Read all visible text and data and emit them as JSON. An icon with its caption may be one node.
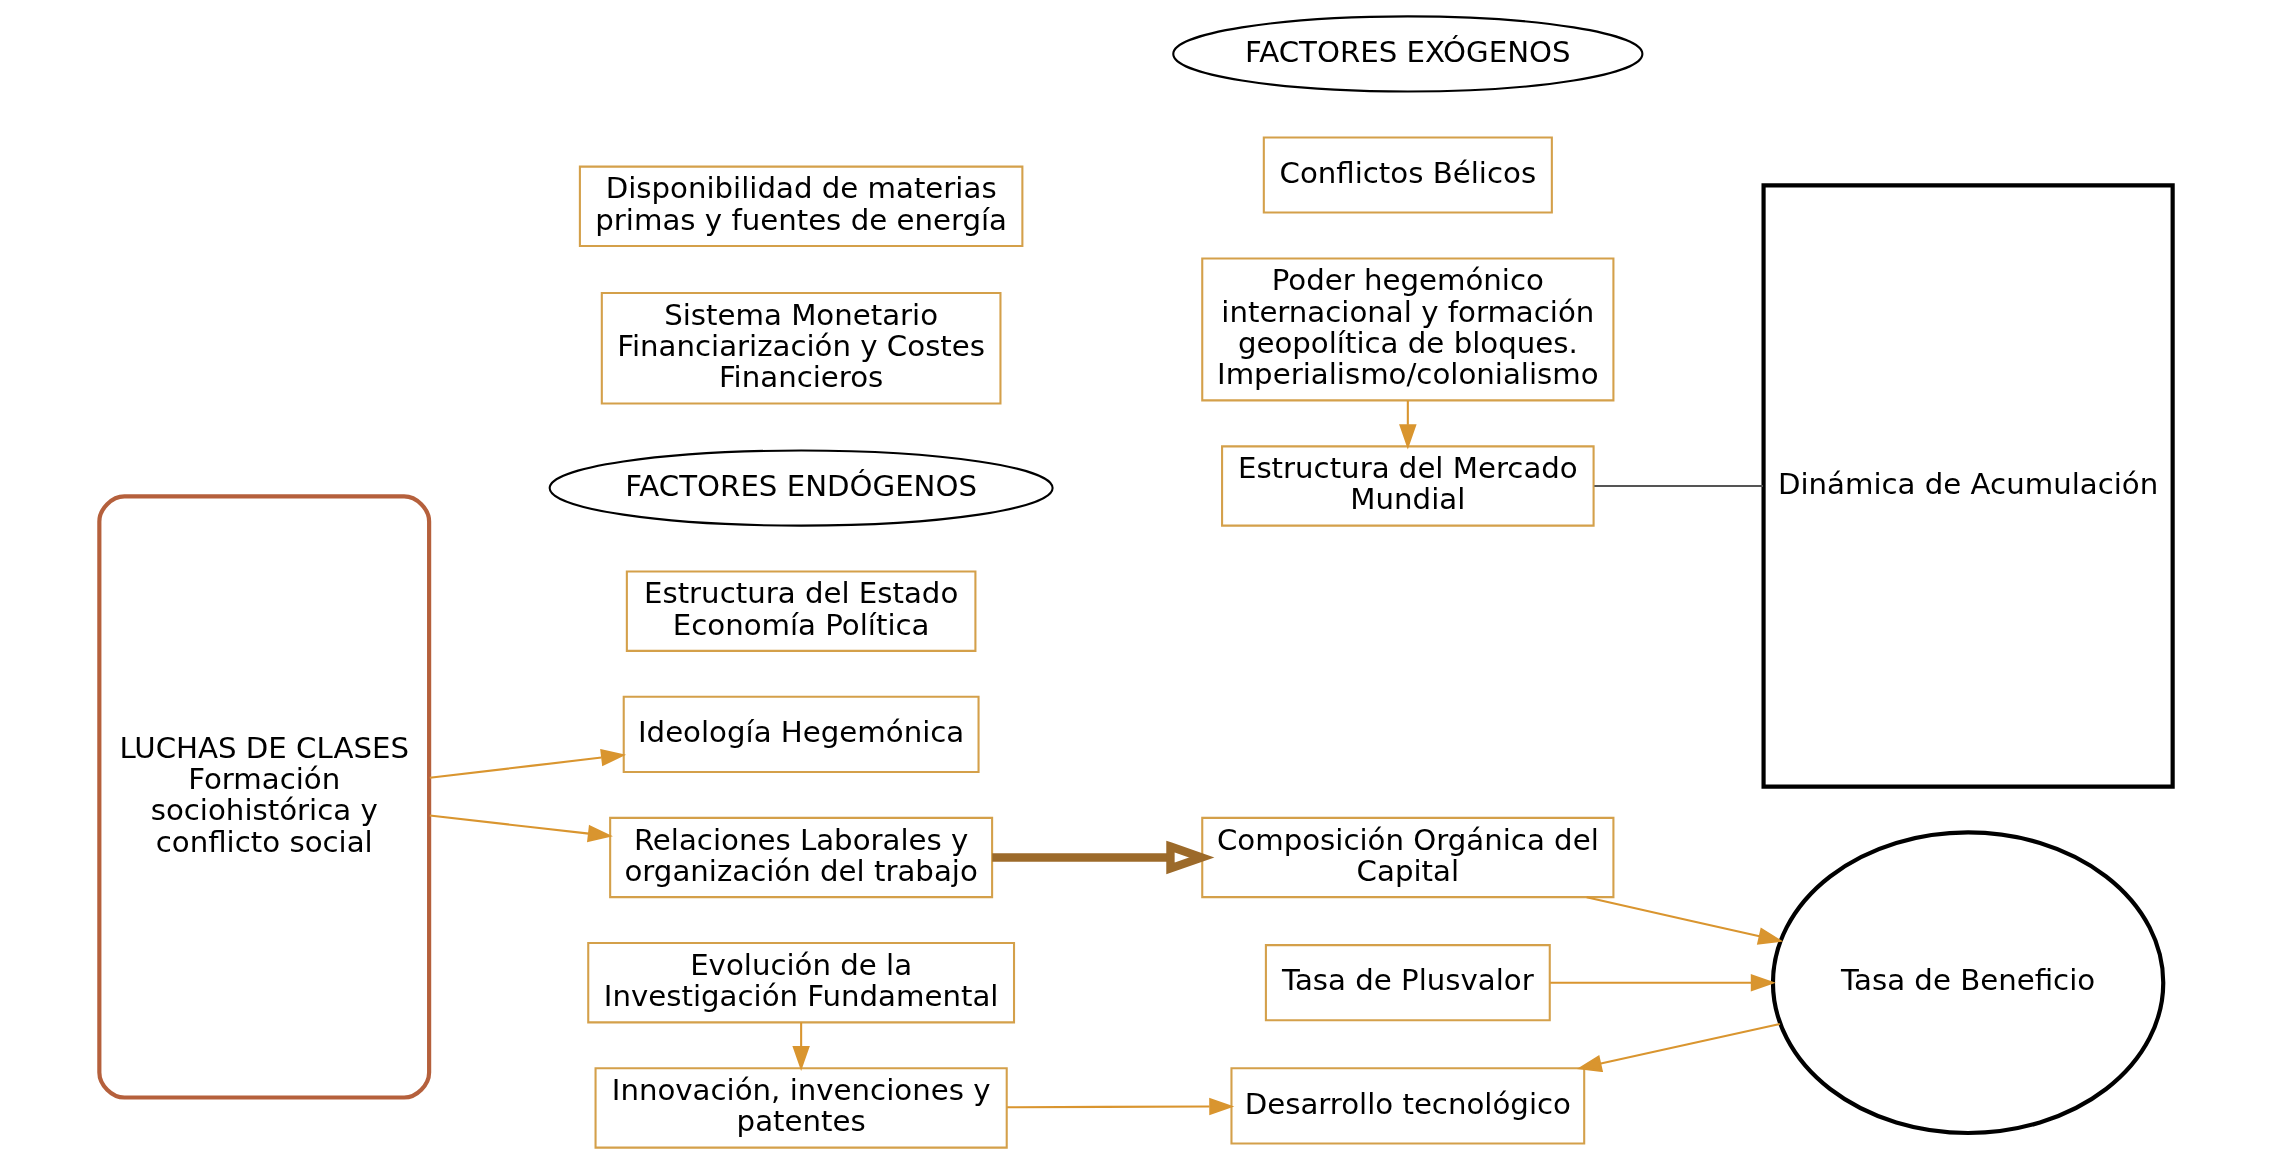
{
  "diagram": {
    "nodes": [
      {
        "text": [
          "LUCHAS DE CLASES",
          "Formación sociohistórica y conflicto social"
        ]
      },
      {
        "text": [
          "Ideología Hegemónica"
        ]
      },
      {
        "text": [
          "Estructura del Estado Economía Política"
        ]
      },
      {
        "text": [
          "FACTORES ENDÓGENOS"
        ]
      },
      {
        "text": [
          "Sistema Monetario Financiarización y Costes Financieros"
        ]
      },
      {
        "text": [
          "Relaciones Laborales y organización del trabajo"
        ]
      },
      {
        "text": [
          "Tasa de Plusvalor"
        ]
      },
      {
        "text": [
          "Tasa de Beneficio"
        ]
      },
      {
        "text": [
          "Composición Orgánica del Capital"
        ]
      },
      {
        "text": [
          "Desarrollo tecnológico"
        ]
      },
      {
        "text": [
          "Dinámica de Acumulación"
        ]
      },
      {
        "text": [
          "Innovación, invenciones y patentes"
        ]
      },
      {
        "text": [
          "Estructura del Mercado Mundial"
        ]
      },
      {
        "text": [
          "Evolución de la Investigación Fundamental"
        ]
      },
      {
        "text": [
          "Conflictos Bélicos"
        ]
      },
      {
        "text": [
          "Disponibilidad de materias primas y fuentes de energía"
        ]
      },
      {
        "text": [
          "Poder hegemónico internacional y formación geopolítica de bloques. Imperialismo/colonialismo"
        ]
      },
      {
        "text": [
          "FACTORES EXÓGENOS"
        ]
      }
    ],
    "edges": [
      {
        "from": 0,
        "to": 1,
        "arrow": "to"
      },
      {
        "from": 0,
        "to": 5,
        "arrow": "to"
      },
      {
        "from": 5,
        "to": 8,
        "arrow": "to",
        "style": "thick",
        "color": "#9c6a2a"
      },
      {
        "from": 6,
        "to": 7,
        "arrow": "to"
      },
      {
        "from": 8,
        "to": 7,
        "arrow": "to"
      },
      {
        "from": 7,
        "to": 9,
        "arrow": "to"
      },
      {
        "from": 11,
        "to": 9,
        "arrow": "to"
      },
      {
        "from": 13,
        "to": 11,
        "arrow": "to"
      },
      {
        "from": 16,
        "to": 12,
        "arrow": "to"
      },
      {
        "from": 12,
        "to": 10,
        "arrow": "none",
        "color": "#555555"
      }
    ]
  }
}
